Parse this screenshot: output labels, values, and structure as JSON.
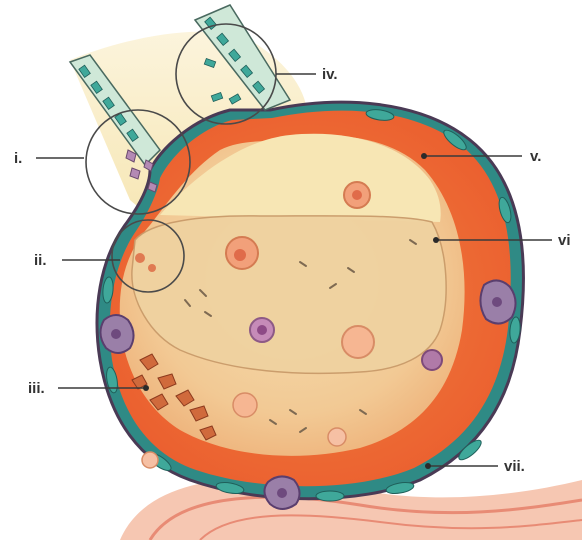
{
  "labels": {
    "i": "i.",
    "ii": "ii.",
    "iii": "iii.",
    "iv": "iv.",
    "v": "v.",
    "vi": "vi",
    "vii": "vii."
  }
}
